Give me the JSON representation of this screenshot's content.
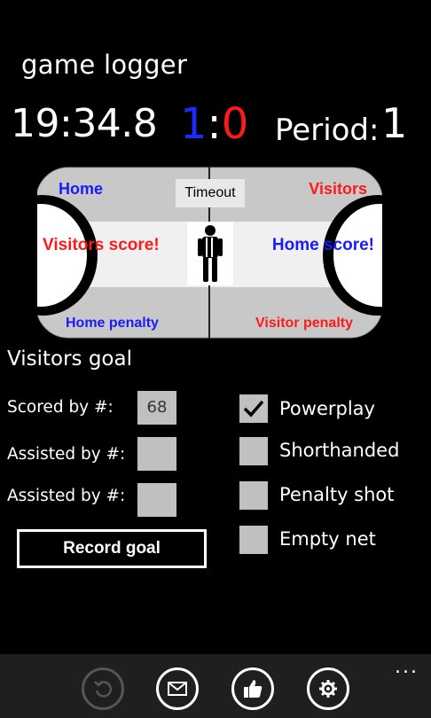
{
  "app": {
    "title": "game logger"
  },
  "scoreboard": {
    "clock": "19:34.8",
    "home_score": "1",
    "separator": ":",
    "visitor_score": "0",
    "period_label": "Period:",
    "period_value": "1"
  },
  "rink": {
    "home_label": "Home",
    "visitors_label": "Visitors",
    "timeout_label": "Timeout",
    "visitors_score_label": "Visitors score!",
    "home_score_label": "Home score!",
    "home_penalty_label": "Home penalty",
    "visitor_penalty_label": "Visitor penalty"
  },
  "goal_form": {
    "heading": "Visitors goal",
    "scored_by_label": "Scored by #:",
    "scored_by_value": "68",
    "assist1_label": "Assisted by #:",
    "assist1_value": "",
    "assist2_label": "Assisted by #:",
    "assist2_value": "",
    "record_label": "Record goal",
    "options": [
      {
        "label": "Powerplay",
        "checked": true
      },
      {
        "label": "Shorthanded",
        "checked": false
      },
      {
        "label": "Penalty shot",
        "checked": false
      },
      {
        "label": "Empty net",
        "checked": false
      }
    ]
  },
  "app_bar": {
    "buttons": [
      "undo-icon",
      "mail-icon",
      "thumbs-up-icon",
      "settings-icon"
    ],
    "more": "..."
  },
  "colors": {
    "home": "#1a2cff",
    "visitor": "#ff1a1a",
    "rink_gray": "#c8c8c8",
    "rink_ice": "#f0f0f0"
  }
}
